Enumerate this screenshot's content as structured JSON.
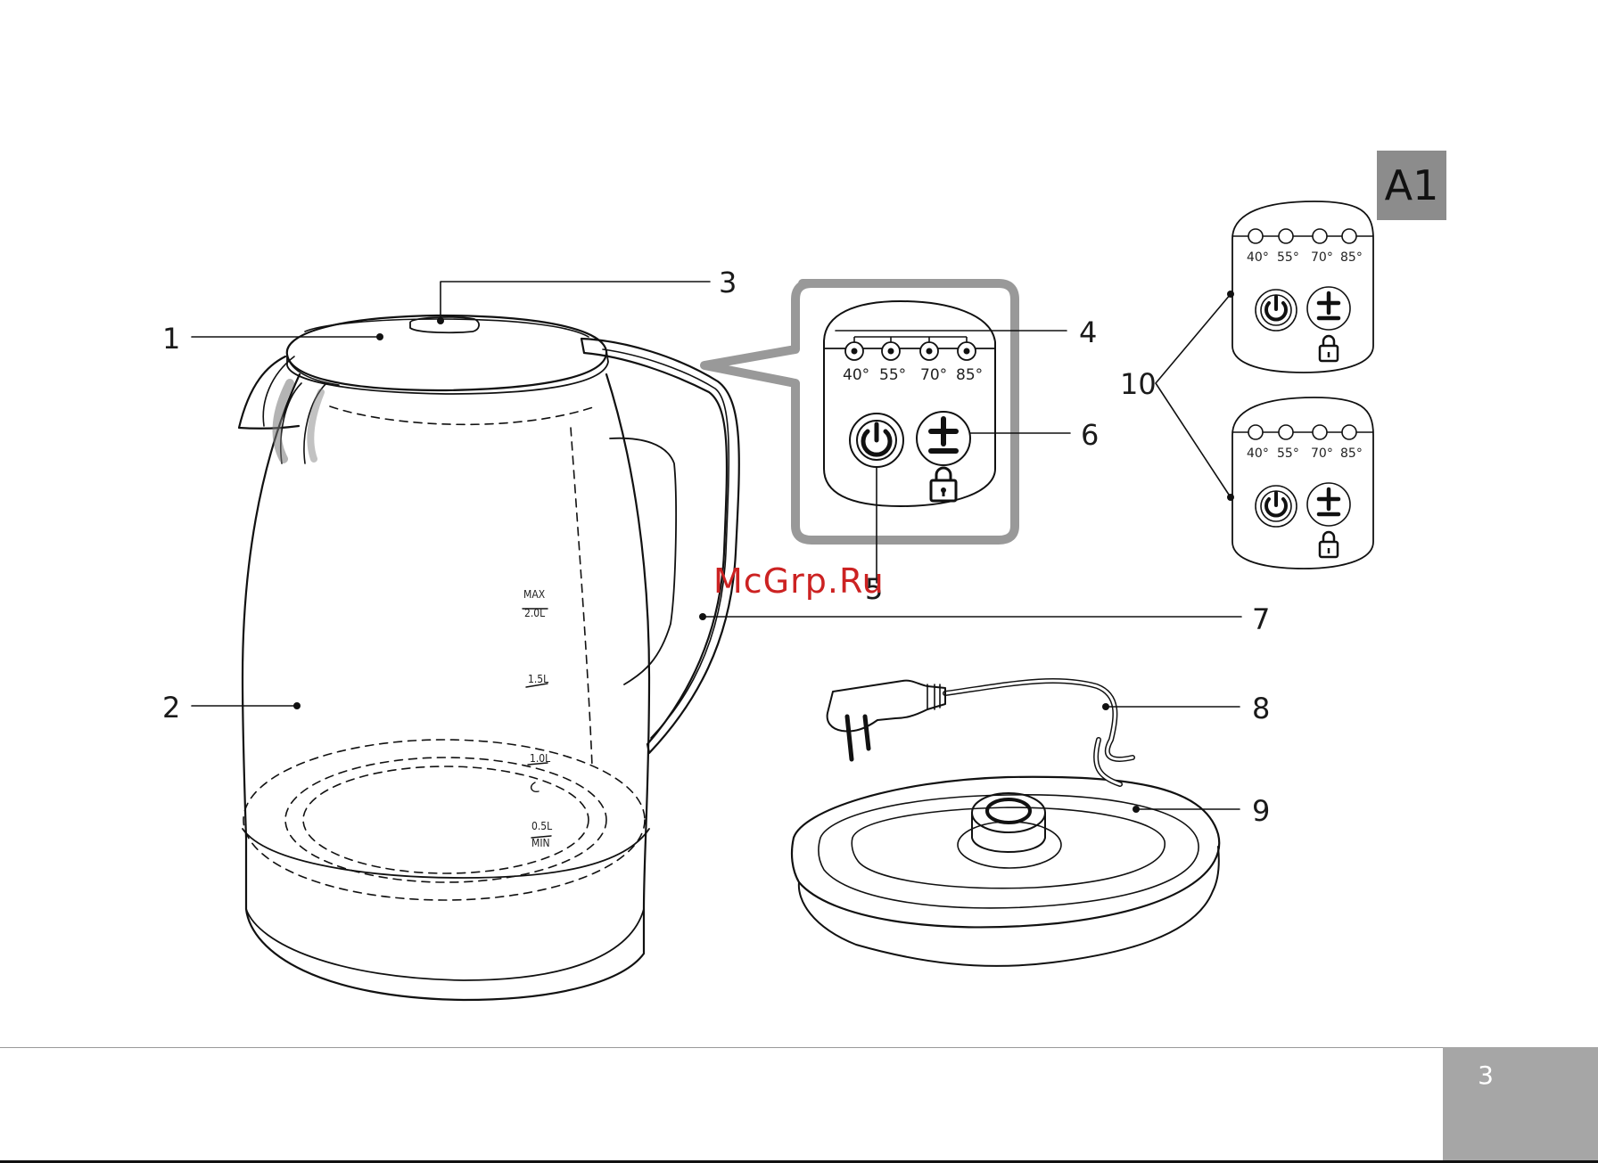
{
  "section_tab": "A1",
  "page_number": "3",
  "watermark": "McGrp.Ru",
  "callouts": {
    "c1": "1",
    "c2": "2",
    "c3": "3",
    "c4": "4",
    "c5": "5",
    "c6": "6",
    "c7": "7",
    "c8": "8",
    "c9": "9",
    "c10": "10"
  },
  "scale_marks": {
    "max_top": "MAX",
    "max_bottom": "2.0L",
    "l15": "1.5L",
    "l10": "1.0L",
    "min_top": "0.5L",
    "min_bottom": "MIN"
  },
  "temperatures": [
    "40°",
    "55°",
    "70°",
    "85°"
  ]
}
